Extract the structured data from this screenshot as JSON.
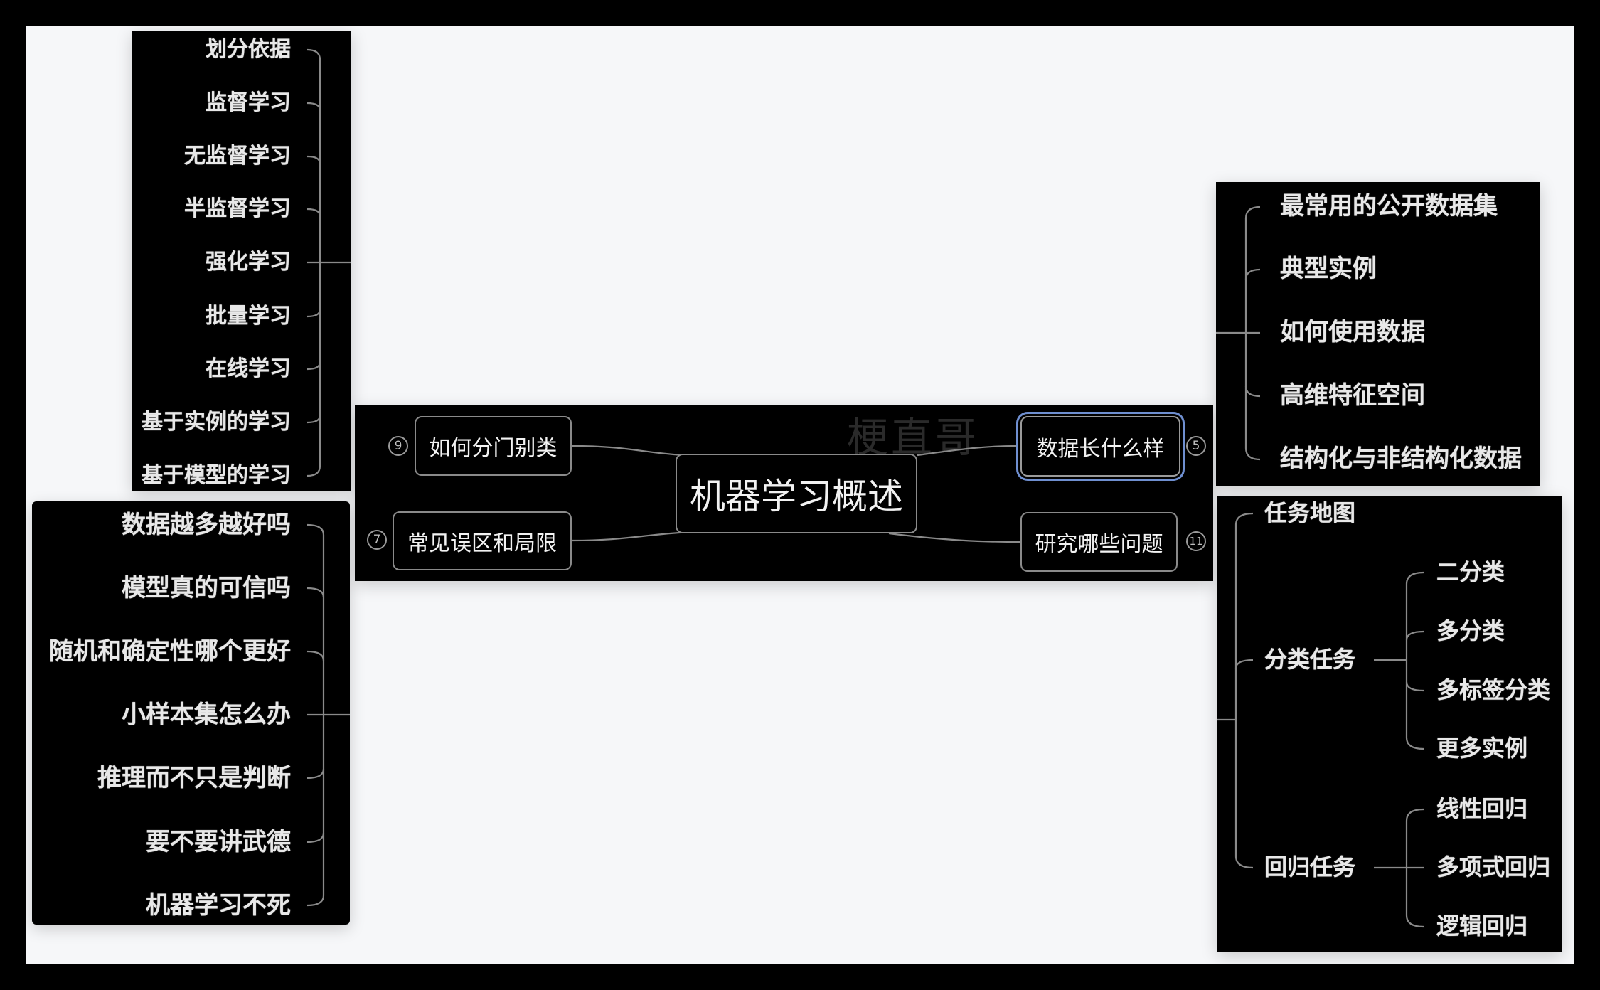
{
  "title": "机器学习概述",
  "watermark": "梗直哥",
  "branches": {
    "classify": {
      "label": "如何分门别类",
      "badge": "9"
    },
    "pitfalls": {
      "label": "常见误区和局限",
      "badge": "7"
    },
    "data": {
      "label": "数据长什么样",
      "badge": "5",
      "selected": true
    },
    "problems": {
      "label": "研究哪些问题",
      "badge": "11"
    }
  },
  "classify_items": [
    "划分依据",
    "监督学习",
    "无监督学习",
    "半监督学习",
    "强化学习",
    "批量学习",
    "在线学习",
    "基于实例的学习",
    "基于模型的学习"
  ],
  "pitfalls_items": [
    "数据越多越好吗",
    "模型真的可信吗",
    "随机和确定性哪个更好",
    "小样本集怎么办",
    "推理而不只是判断",
    "要不要讲武德",
    "机器学习不死"
  ],
  "data_items": [
    "最常用的公开数据集",
    "典型实例",
    "如何使用数据",
    "高维特征空间",
    "结构化与非结构化数据"
  ],
  "problems_tree": {
    "task_map": "任务地图",
    "classification": {
      "label": "分类任务",
      "children": [
        "二分类",
        "多分类",
        "多标签分类",
        "更多实例"
      ]
    },
    "regression": {
      "label": "回归任务",
      "children": [
        "线性回归",
        "多项式回归",
        "逻辑回归"
      ]
    }
  },
  "colors": {
    "background": "#000000",
    "canvas": "#f6f7f9",
    "text": "#e8e8e8",
    "line": "#8a8a8a",
    "selection": "#6f8fd0"
  }
}
